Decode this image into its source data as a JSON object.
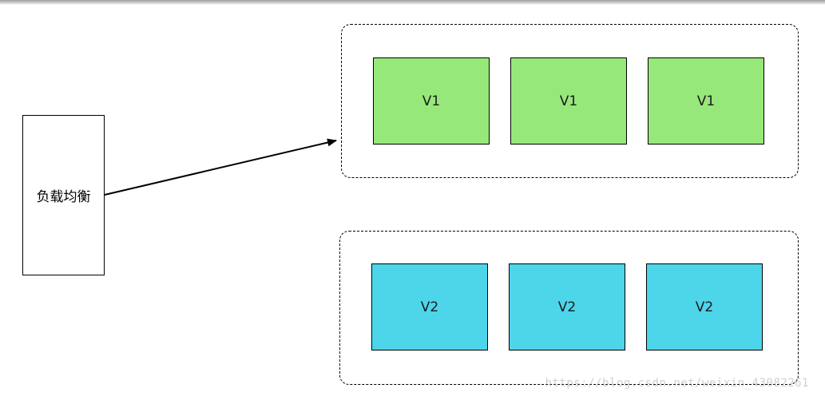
{
  "load_balancer": {
    "label": "负载均衡"
  },
  "groups": [
    {
      "nodes": [
        {
          "label": "V1"
        },
        {
          "label": "V1"
        },
        {
          "label": "V1"
        }
      ],
      "color": "#97e87a"
    },
    {
      "nodes": [
        {
          "label": "V2"
        },
        {
          "label": "V2"
        },
        {
          "label": "V2"
        }
      ],
      "color": "#4dd5ea"
    }
  ],
  "watermark": "https://blog.csdn.net/weixin_43082261",
  "colors": {
    "v1_fill": "#97e87a",
    "v2_fill": "#4dd5ea",
    "stroke": "#000000"
  }
}
